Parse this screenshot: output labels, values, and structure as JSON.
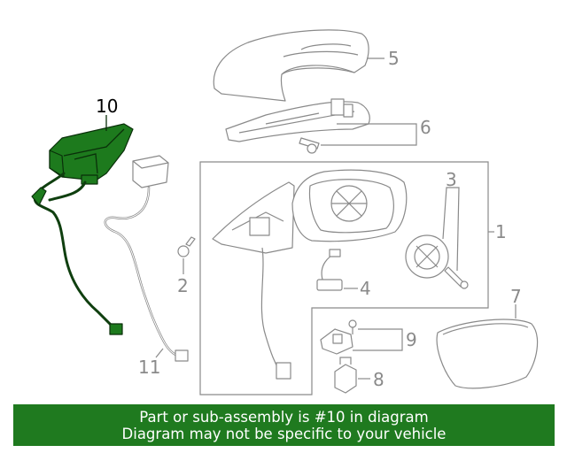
{
  "diagram": {
    "highlighted_callout": "10",
    "colors": {
      "highlight": "#1f7a1f",
      "line": "#8a8a8a"
    },
    "callouts": {
      "c1": "1",
      "c2": "2",
      "c3": "3",
      "c4": "4",
      "c5": "5",
      "c6": "6",
      "c7": "7",
      "c8": "8",
      "c9": "9",
      "c10": "10",
      "c11": "11"
    }
  },
  "footer": {
    "line1": "Part or sub-assembly is #10 in diagram",
    "line2": "Diagram may not be specific to your vehicle"
  }
}
